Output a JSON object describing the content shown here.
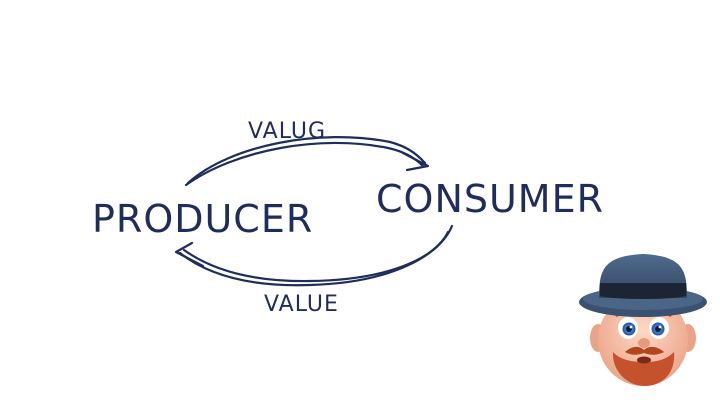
{
  "diagram": {
    "nodes": {
      "producer": "PRODUCER",
      "consumer": "CONSUMER"
    },
    "edges": {
      "top_label": "VALUG",
      "bottom_label": "VALUE"
    }
  },
  "colors": {
    "ink": "#1f2d5c",
    "background": "#ffffff"
  },
  "avatar": {
    "icon": "bearded-man-with-hat-avatar-icon"
  }
}
